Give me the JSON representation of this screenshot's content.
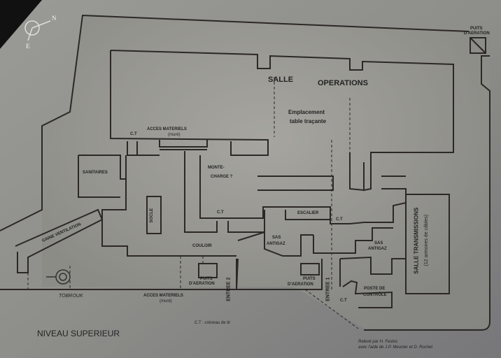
{
  "title": "NIVEAU SUPERIEUR",
  "compass": {
    "north": "N",
    "east": "E"
  },
  "rooms": {
    "salle": "SALLE",
    "operations": "OPERATIONS",
    "table_line1": "Emplacement",
    "table_line2": "table traçante",
    "acces_materiels_top": "ACCES MATERIELS",
    "acces_materiels_top_note": "(muré)",
    "ct_top": "C.T",
    "sanitaires": "SANITAIRES",
    "monte_charge_line1": "MONTE-",
    "monte_charge_line2": "CHARGE ?",
    "ct_mid": "C.T",
    "socle": "SOCLE",
    "gaine_ventilation": "GAINE VENTILATION",
    "couloir": "COULOIR",
    "escalier": "ESCALIER",
    "ct_escalier": "C.T",
    "sas_antigaz_1_line1": "SAS",
    "sas_antigaz_1_line2": "ANTIGAZ",
    "sas_antigaz_2_line1": "SAS",
    "sas_antigaz_2_line2": "ANTIGAZ",
    "salle_transmissions": "SALLE TRANSMISSIONS",
    "transmissions_note": "(12 armoires de câbles)",
    "puits_aeration_topright_line1": "PUITS",
    "puits_aeration_topright_line2": "D'AERATION",
    "puits_aeration_1_line1": "PUITS",
    "puits_aeration_1_line2": "D'AERATION",
    "puits_aeration_2_line1": "PUITS",
    "puits_aeration_2_line2": "D'AERATION",
    "entree_2": "ENTREE 2",
    "entree_1": "ENTREE 1",
    "poste_controle_line1": "POSTE DE",
    "poste_controle_line2": "CONTRÔLE",
    "ct_poste": "C.T",
    "tobrouk": "TOBROUK",
    "acces_materiels_bottom": "ACCES MATERIELS",
    "acces_materiels_bottom_note": "(muré)"
  },
  "legend": "C.T : créneau de tir",
  "credits": {
    "line1": "Relevé par H. Festoc",
    "line2": "avec l'aide de J.P. Meunier et D. Rochet"
  }
}
